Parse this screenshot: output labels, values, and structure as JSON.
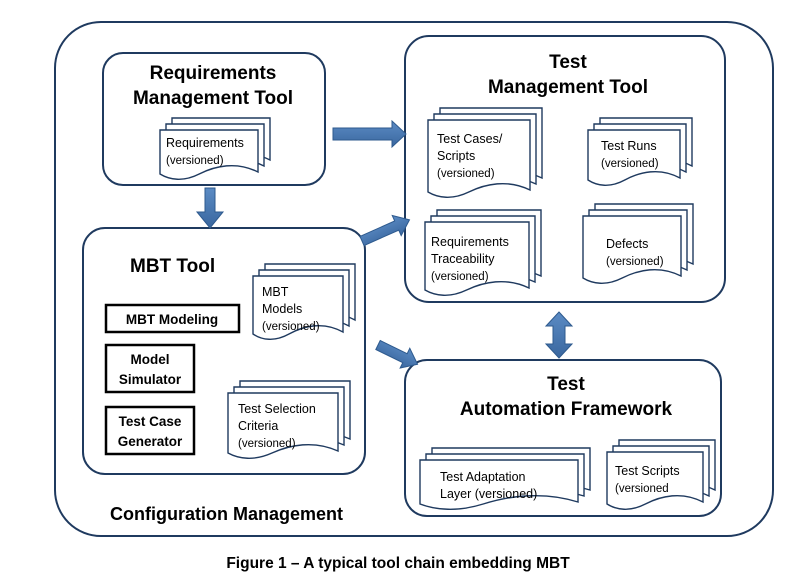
{
  "outer": {
    "label": "Configuration Management",
    "colors": {
      "stroke": "#1f3a5f",
      "arrow": "#3f6ea8",
      "doc_stroke": "#1f3a5f"
    }
  },
  "requirements_tool": {
    "title_lines": [
      "Requirements",
      "Management Tool"
    ],
    "doc": {
      "lines": [
        "Requirements"
      ],
      "sub": "(versioned)"
    }
  },
  "mbt_tool": {
    "title": "MBT Tool",
    "modules": [
      {
        "lines": [
          "MBT Modeling"
        ]
      },
      {
        "lines": [
          "Model",
          "Simulator"
        ]
      },
      {
        "lines": [
          "Test Case",
          "Generator"
        ]
      }
    ],
    "docs": [
      {
        "lines": [
          "MBT",
          "Models"
        ],
        "sub": "(versioned)"
      },
      {
        "lines": [
          "Test Selection",
          "Criteria"
        ],
        "sub": "(versioned)"
      }
    ]
  },
  "test_management_tool": {
    "title_lines": [
      "Test",
      "Management Tool"
    ],
    "docs": [
      {
        "lines": [
          "Test Cases/",
          "Scripts"
        ],
        "sub": "(versioned)"
      },
      {
        "lines": [
          "Test  Runs"
        ],
        "sub": "(versioned)"
      },
      {
        "lines": [
          "Requirements",
          "Traceability"
        ],
        "sub": "(versioned)"
      },
      {
        "lines": [
          "Defects"
        ],
        "sub": "(versioned)"
      }
    ]
  },
  "test_automation_framework": {
    "title_lines": [
      "Test",
      "Automation Framework"
    ],
    "docs": [
      {
        "lines": [
          "Test Adaptation",
          "Layer (versioned)"
        ],
        "sub": ""
      },
      {
        "lines": [
          "Test Scripts"
        ],
        "sub": "(versioned"
      }
    ]
  },
  "caption": "Figure 1 – A typical tool chain embedding MBT"
}
